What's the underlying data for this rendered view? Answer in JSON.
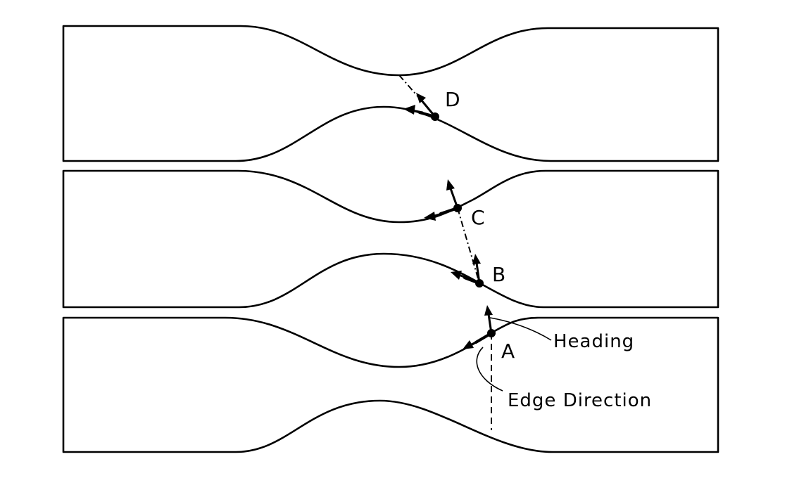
{
  "points": {
    "a": "A",
    "b": "B",
    "c": "C",
    "d": "D"
  },
  "annotations": {
    "heading": "Heading",
    "edge_direction": "Edge Direction"
  }
}
